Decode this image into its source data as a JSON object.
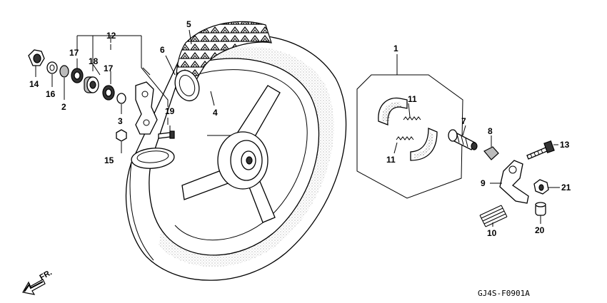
{
  "callouts": [
    "1",
    "2",
    "3",
    "4",
    "5",
    "6",
    "7",
    "8",
    "9",
    "10",
    "11",
    "11",
    "12",
    "13",
    "14",
    "15",
    "16",
    "17",
    "17",
    "18",
    "19",
    "20",
    "21"
  ],
  "direction_label": "FR.",
  "diagram_code": "GJ4S-F0901A"
}
